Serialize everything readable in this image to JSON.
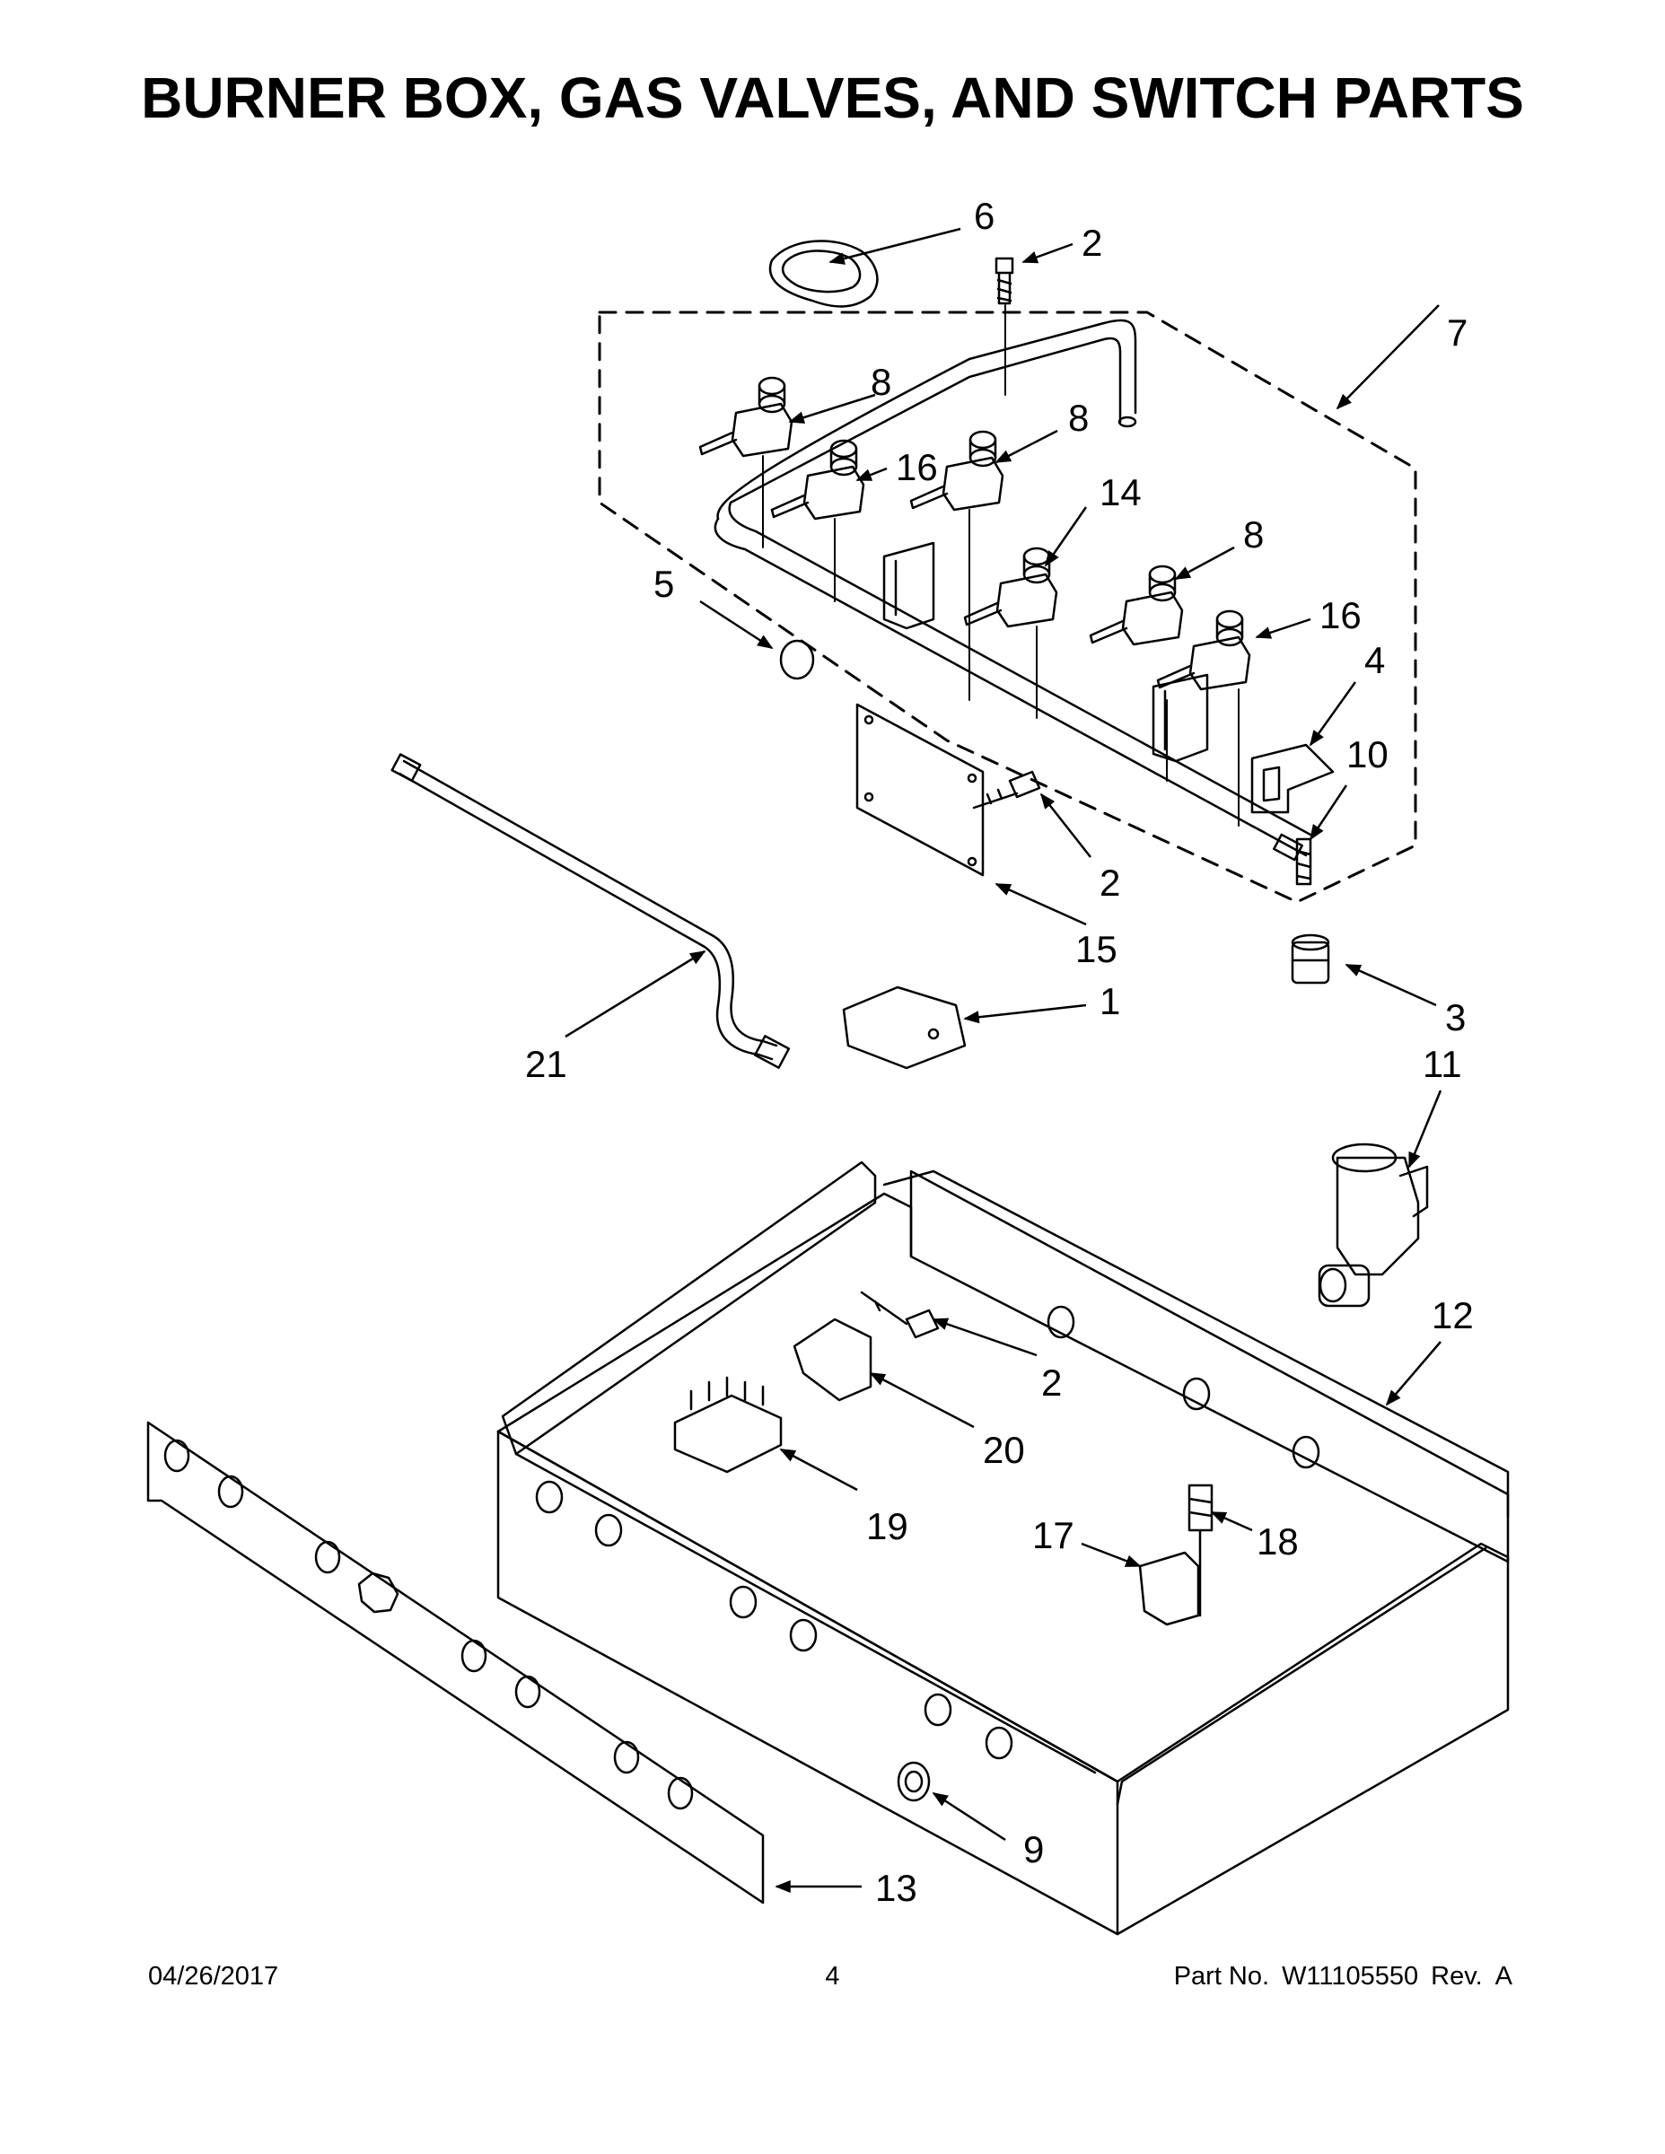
{
  "title": "BURNER BOX, GAS VALVES, AND SWITCH PARTS",
  "callouts": [
    "1",
    "2",
    "3",
    "4",
    "5",
    "6",
    "7",
    "8",
    "9",
    "10",
    "11",
    "12",
    "13",
    "14",
    "15",
    "16",
    "17",
    "18",
    "19",
    "20",
    "21"
  ],
  "footer": {
    "date": "04/26/2017",
    "page": "4",
    "part_label": "Part No.",
    "part_number": "W11105550",
    "rev_label": "Rev.",
    "rev": "A"
  }
}
